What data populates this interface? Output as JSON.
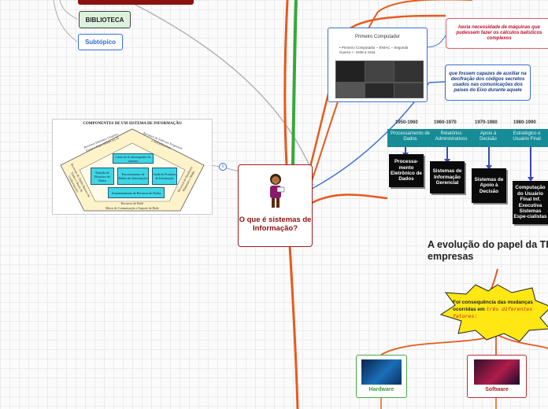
{
  "colors": {
    "accent_orange": "#e8591c",
    "accent_blue": "#3a6fd8",
    "dark_red": "#8b1010",
    "teal": "#168c96",
    "green": "#36a83a"
  },
  "nodes": {
    "biblioteca": "BIBLIOTECA",
    "subtopico": "Subtópico",
    "central": "O que é sistemas de Informação?",
    "badge": "5",
    "evolucao": "A evolução do papel da TI nas empresas",
    "havia": "havia necessidade de máquinas que pudessem fazer os cálculos balísticos complexos",
    "que_foram": "que fossem capazes de auxiliar na decifração dos códigos secretos usados nas comunicações dos países do Eixo durante aquele",
    "consequencia": "Foi consequência das mudanças ocorridas em",
    "consequencia_em": "três diferentes fatores:",
    "hardware": "Hardware",
    "software": "Software"
  },
  "components_image": {
    "title": "COMPONENTES DE UM SISTEMA DE INFORMAÇÃO",
    "controle": "Controle do desempenho do sistema",
    "entrada": "Entrada de Recursos de Dados",
    "processamento": "Processamento de Dados em Informações",
    "saida": "Saída de Produtos de Informação",
    "armazenamento": "Armazenamento de Recursos de Dados",
    "recursos_rede": "Recursos de Rede",
    "meios": "Meios de Comunicação e Suporte de Rede",
    "rec_humanos": "Recursos Humanos Usuários Finais e Especialistas em SI",
    "rec_software": "Recursos de Software Programas e Procedimentos",
    "rec_hardware": "Recursos de Hardware Máquinas e Mídia",
    "rec_dados": "Recursos de Dados Bancos de Dados e Bases de Conhecimento"
  },
  "primeiro_computador": {
    "title": "Primeiro Computador",
    "bullet": "Primeiro Computador – ENIAC – Segunda Guerra +- 1939 a 1944"
  },
  "timeline": {
    "eras": [
      "1950-1960",
      "1960-1970",
      "1970-1980",
      "1980-1990"
    ],
    "bar_labels": [
      "Processamento de Dados",
      "Relatórios Administrativos",
      "Apoio à Decisão",
      "Estratégico e Usuário Final"
    ],
    "blocks": [
      "Processa-mento Eletrônico de Dados",
      "Sistemas de Informação Gerencial",
      "Sistemas de Apoio à Decisão",
      "Computação do Usuário Final Inf. Executiva Sistemas Espe-cialistas"
    ]
  }
}
